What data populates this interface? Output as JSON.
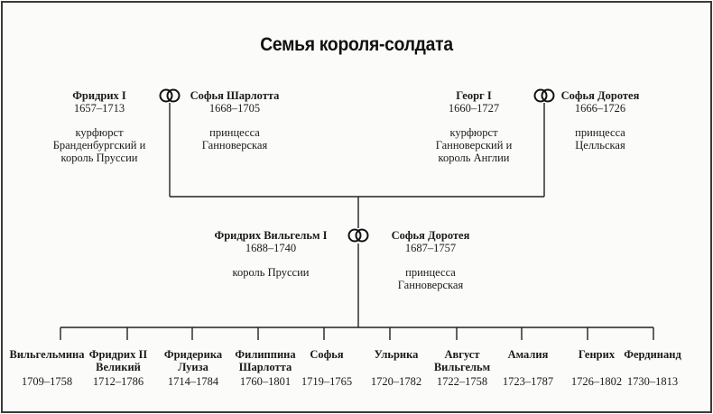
{
  "title": "Семья короля-солдата",
  "grandparents": {
    "left_couple": {
      "husband": {
        "name": "Фридрих I",
        "years": "1657–1713",
        "desc_lines": [
          "курфюрст",
          "Бранденбургский и",
          "король Пруссии"
        ]
      },
      "wife": {
        "name": "Софья Шарлотта",
        "years": "1668–1705",
        "desc_lines": [
          "принцесса",
          "Ганноверская"
        ]
      },
      "marriage_icon": "wedding-rings-icon"
    },
    "right_couple": {
      "husband": {
        "name": "Георг I",
        "years": "1660–1727",
        "desc_lines": [
          "курфюрст",
          "Ганноверский и",
          "король Англии"
        ]
      },
      "wife": {
        "name": "Софья Доротея",
        "years": "1666–1726",
        "desc_lines": [
          "принцесса",
          "Целльская"
        ]
      },
      "marriage_icon": "wedding-rings-icon"
    }
  },
  "parents": {
    "husband": {
      "name": "Фридрих Вильгельм I",
      "years": "1688–1740",
      "desc_lines": [
        "король Пруссии"
      ]
    },
    "wife": {
      "name": "Софья Доротея",
      "years": "1687–1757",
      "desc_lines": [
        "принцесса",
        "Ганноверская"
      ]
    },
    "marriage_icon": "wedding-rings-icon"
  },
  "children": [
    {
      "name_lines": [
        "Вильгельмина"
      ],
      "years": "1709–1758"
    },
    {
      "name_lines": [
        "Фридрих II",
        "Великий"
      ],
      "years": "1712–1786"
    },
    {
      "name_lines": [
        "Фридерика",
        "Луиза"
      ],
      "years": "1714–1784"
    },
    {
      "name_lines": [
        "Филиппина",
        "Шарлотта"
      ],
      "years": "1760–1801"
    },
    {
      "name_lines": [
        "Софья"
      ],
      "years": "1719–1765"
    },
    {
      "name_lines": [
        "Ульрика"
      ],
      "years": "1720–1782"
    },
    {
      "name_lines": [
        "Август",
        "Вильгельм"
      ],
      "years": "1722–1758"
    },
    {
      "name_lines": [
        "Амалия"
      ],
      "years": "1723–1787"
    },
    {
      "name_lines": [
        "Генрих"
      ],
      "years": "1726–1802"
    },
    {
      "name_lines": [
        "Фердинанд"
      ],
      "years": "1730–1813"
    }
  ],
  "colors": {
    "ink": "#1a1a1a",
    "background": "#fbfbfa",
    "border": "#3a3a3a"
  }
}
